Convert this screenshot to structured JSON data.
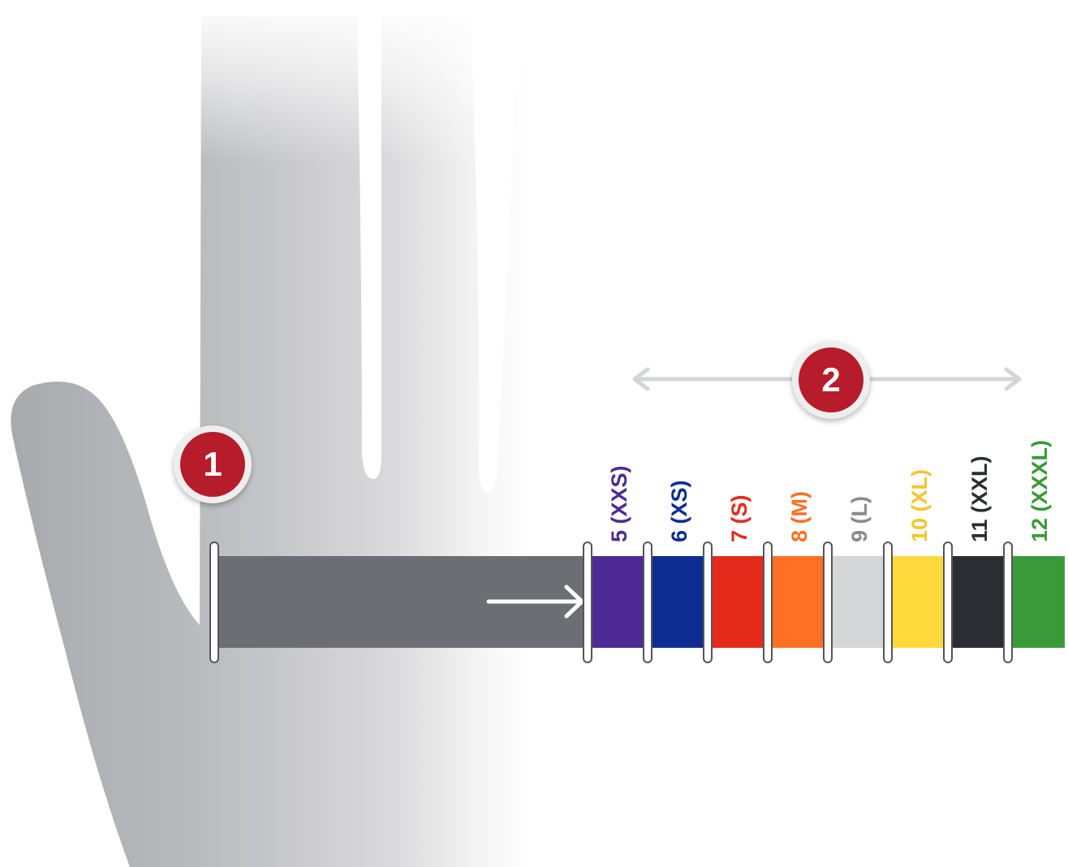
{
  "steps": [
    {
      "number": "1"
    },
    {
      "number": "2"
    }
  ],
  "sizes": [
    {
      "label": "5 (XXS)",
      "color": "#4e2a94",
      "text_color": "#4e2a94"
    },
    {
      "label": "6 (XS)",
      "color": "#0d2d93",
      "text_color": "#0d2d93"
    },
    {
      "label": "7 (S)",
      "color": "#e42a1b",
      "text_color": "#e42a1b"
    },
    {
      "label": "8 (M)",
      "color": "#ff6f24",
      "text_color": "#ff6f24"
    },
    {
      "label": "9 (L)",
      "color": "#d5d6d8",
      "text_color": "#8a8a8e"
    },
    {
      "label": "10 (XL)",
      "color": "#ffd83b",
      "text_color": "#f6c52c"
    },
    {
      "label": "11 (XXL)",
      "color": "#2b2d33",
      "text_color": "#2b2d33"
    },
    {
      "label": "12 (XXXL)",
      "color": "#3a9a3a",
      "text_color": "#3a9a3a"
    }
  ],
  "colors": {
    "measure_bar": "#6d6e73",
    "badge": "#b71c2a",
    "hand": "#b6b7ba",
    "range_arrow": "#d4d5d7"
  }
}
